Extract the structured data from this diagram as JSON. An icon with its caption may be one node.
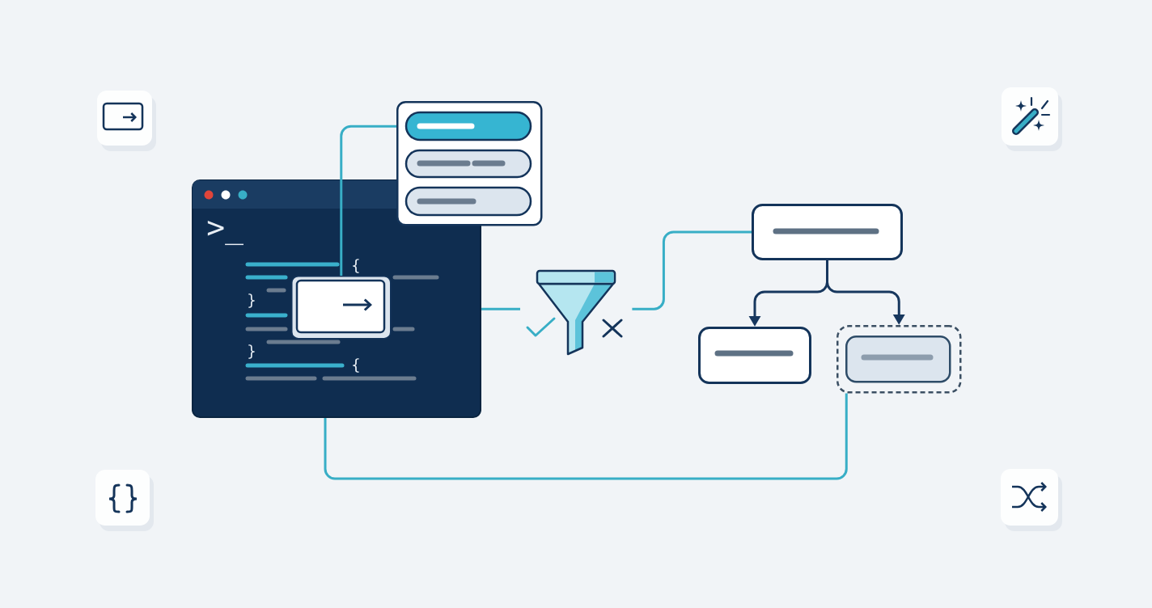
{
  "diagram": {
    "nodes": [
      {
        "text": [
          ">_",
          "{",
          "}",
          "}",
          "{"
        ]
      },
      {
        "text": [],
        "shape": "box",
        "in": 0
      },
      {
        "text": [],
        "shape": "box"
      },
      {
        "text": [],
        "shape": "funnel"
      },
      {
        "text": [],
        "shape": "box"
      },
      {
        "text": [],
        "shape": "box"
      },
      {
        "text": [],
        "shape": "box"
      },
      {
        "text": [],
        "shape": "box",
        "in": 6
      }
    ],
    "edges": [
      {
        "from": 1,
        "to": 2,
        "arrow": "none"
      },
      {
        "from": 0,
        "to": 3,
        "arrow": "none"
      },
      {
        "from": 3,
        "to": 4,
        "arrow": "none"
      },
      {
        "from": 4,
        "to": 5,
        "arrow": "to",
        "color": "#17375e"
      },
      {
        "from": 4,
        "to": 6,
        "arrow": "to",
        "color": "#17375e"
      },
      {
        "from": 0,
        "to": 6,
        "arrow": "none"
      }
    ]
  }
}
